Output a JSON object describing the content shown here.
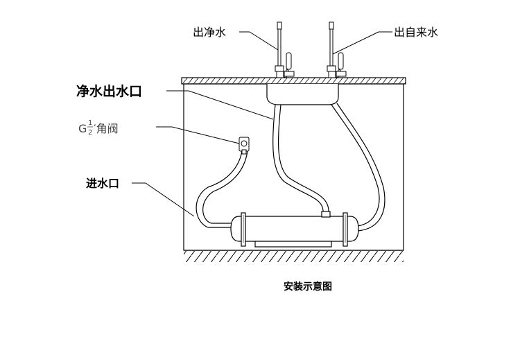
{
  "labels": {
    "filtered_outlet": "出净水",
    "tap_outlet": "出自来水",
    "purified_outlet": "净水出水口",
    "angle_valve_prefix": "G",
    "angle_valve_num": "1",
    "angle_valve_den": "2",
    "angle_valve_suffix": "′角阀",
    "inlet": "进水口",
    "caption": "安装示意图"
  }
}
